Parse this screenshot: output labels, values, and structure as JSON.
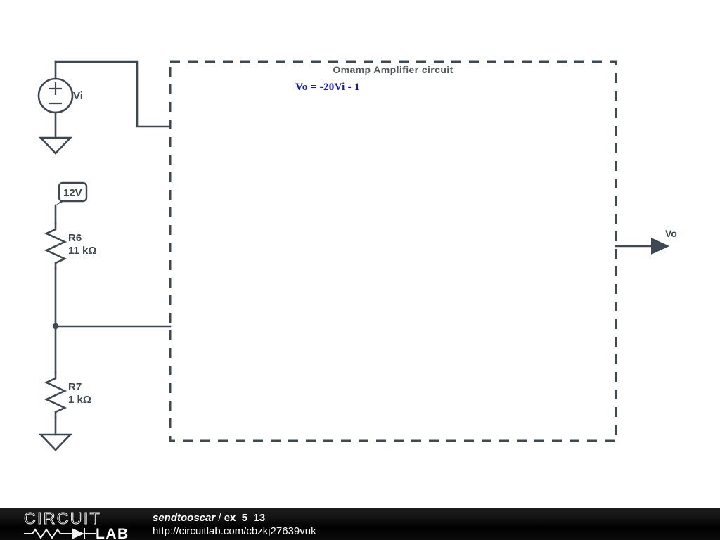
{
  "schematic": {
    "title": "Omamp Amplifier circuit",
    "formula": "Vo = -20Vi - 1",
    "colors": {
      "wire": "#3d4852",
      "formula": "#1414d2",
      "title": "#55585c",
      "footer_bg": "#000000"
    },
    "source": {
      "label": "Vi",
      "plus": "+",
      "minus": "−",
      "type": "voltage-source"
    },
    "supply_badge": {
      "label": "12V"
    },
    "components": [
      {
        "name": "R6",
        "designator": "R6",
        "value": "11 kΩ",
        "type": "resistor"
      },
      {
        "name": "R7",
        "designator": "R7",
        "value": "1 kΩ",
        "type": "resistor"
      }
    ],
    "output_port": {
      "label": "Vo"
    },
    "ground_count": 2
  },
  "footer": {
    "logo_top": "CIRCUIT",
    "logo_bottom": "LAB",
    "user": "sendtooscar",
    "separator": " / ",
    "project": "ex_5_13",
    "url": "http://circuitlab.com/cbzkj27639vuk"
  }
}
